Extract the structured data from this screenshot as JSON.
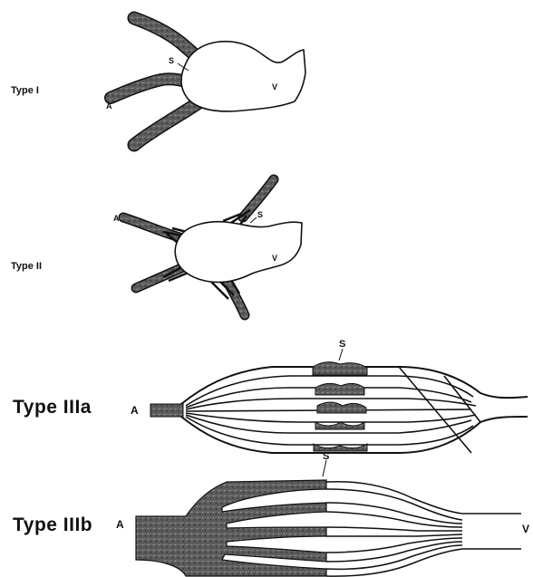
{
  "figure": {
    "panels": [
      {
        "id": "type-1",
        "label": "Type I",
        "tags": {
          "artery": "A",
          "shunt": "S",
          "vein": "V"
        }
      },
      {
        "id": "type-2",
        "label": "Type II",
        "tags": {
          "artery": "A",
          "shunt": "S",
          "vein": "V"
        }
      },
      {
        "id": "type-3a",
        "label": "Type IIIa",
        "tags": {
          "artery": "A",
          "shunt": "S"
        }
      },
      {
        "id": "type-3b",
        "label": "Type IIIb",
        "tags": {
          "artery": "A",
          "shunt": "S",
          "vein": "V"
        }
      }
    ],
    "colors": {
      "ink": "#111111",
      "artery_fill": "#5a5a5a",
      "background": "#ffffff"
    }
  }
}
